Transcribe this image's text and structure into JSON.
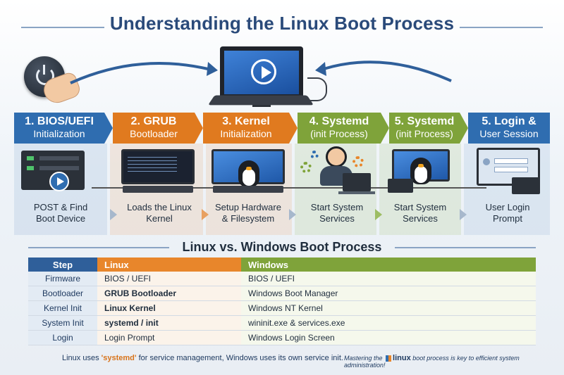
{
  "title": "Understanding the Linux Boot Process",
  "steps": [
    {
      "num": "1. BIOS/UEFI",
      "sub": "Initialization",
      "desc": "POST & Find Boot Device"
    },
    {
      "num": "2. GRUB",
      "sub": "Bootloader",
      "desc": "Loads the Linux Kernel"
    },
    {
      "num": "3. Kernel",
      "sub": "Initialization",
      "desc": "Setup Hardware & Filesystem"
    },
    {
      "num": "4. Systemd",
      "sub": "(init Process)",
      "desc": "Start System Services"
    },
    {
      "num": "5. Systemd",
      "sub": "(init Process)",
      "desc": "Start System Services"
    },
    {
      "num": "5. Login &",
      "sub": "User Session",
      "desc": "User Login Prompt"
    }
  ],
  "comparison": {
    "title": "Linux vs. Windows Boot Process",
    "headers": {
      "step": "Step",
      "linux": "Linux",
      "windows": "Windows"
    },
    "rows": [
      {
        "step": "Firmware",
        "linux": "BIOS / UEFI",
        "windows": "BIOS / UEFI"
      },
      {
        "step": "Bootloader",
        "linux": "GRUB Bootloader",
        "windows": "Windows Boot Manager"
      },
      {
        "step": "Kernel Init",
        "linux": "Linux Kernel",
        "windows": "Windows NT Kernel"
      },
      {
        "step": "System Init",
        "linux": "systemd / init",
        "windows": "wininit.exe & services.exe"
      },
      {
        "step": "Login",
        "linux": "Login Prompt",
        "windows": "Windows Login Screen"
      }
    ]
  },
  "footer": {
    "left_a": "Linux uses ",
    "left_hl": "'systemd'",
    "left_b": " for service management, Windows uses its own service init.",
    "right_a": "Mastering the ",
    "right_lx": "linux",
    "right_b": " boot process is key to efficient system administration!"
  },
  "colors": {
    "blue": "#2f6db0",
    "orange": "#e07a1f",
    "green": "#7fa33a"
  },
  "icons": [
    "power-button-icon",
    "monitor-play-icon",
    "server-icon",
    "terminal-monitor-icon",
    "penguin-icon",
    "gear-icon",
    "user-icon",
    "login-monitor-icon"
  ]
}
